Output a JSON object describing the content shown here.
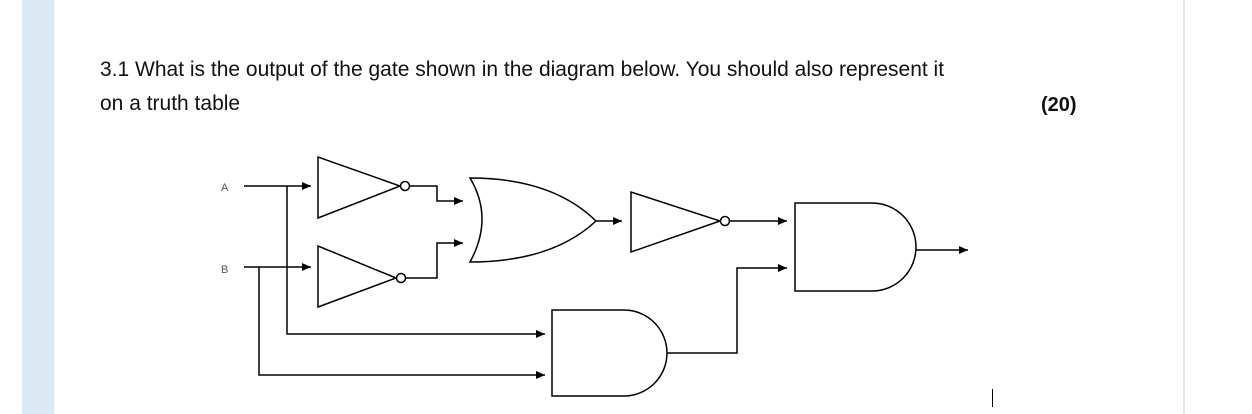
{
  "question": {
    "line1": "3.1 What is the output of the gate shown in the diagram below. You should also represent it",
    "line2": "on a truth table",
    "marks": "(20)"
  },
  "diagram": {
    "input_a": "A",
    "input_b": "B"
  }
}
